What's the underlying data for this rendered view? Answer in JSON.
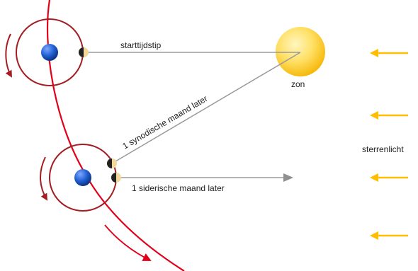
{
  "labels": {
    "start": "starttijdstip",
    "sun": "zon",
    "synodic": "1 synodische maand later",
    "sidereal": "1 siderische maand later",
    "starlight": "sterrenlicht"
  },
  "colors": {
    "orbit": "#a41d22",
    "earth_orbit": "#e2001a",
    "earth": "#1f5fd1",
    "sun": "#ffd23a",
    "starlight_arrow": "#ffbe00",
    "line": "#9a9a9a"
  }
}
